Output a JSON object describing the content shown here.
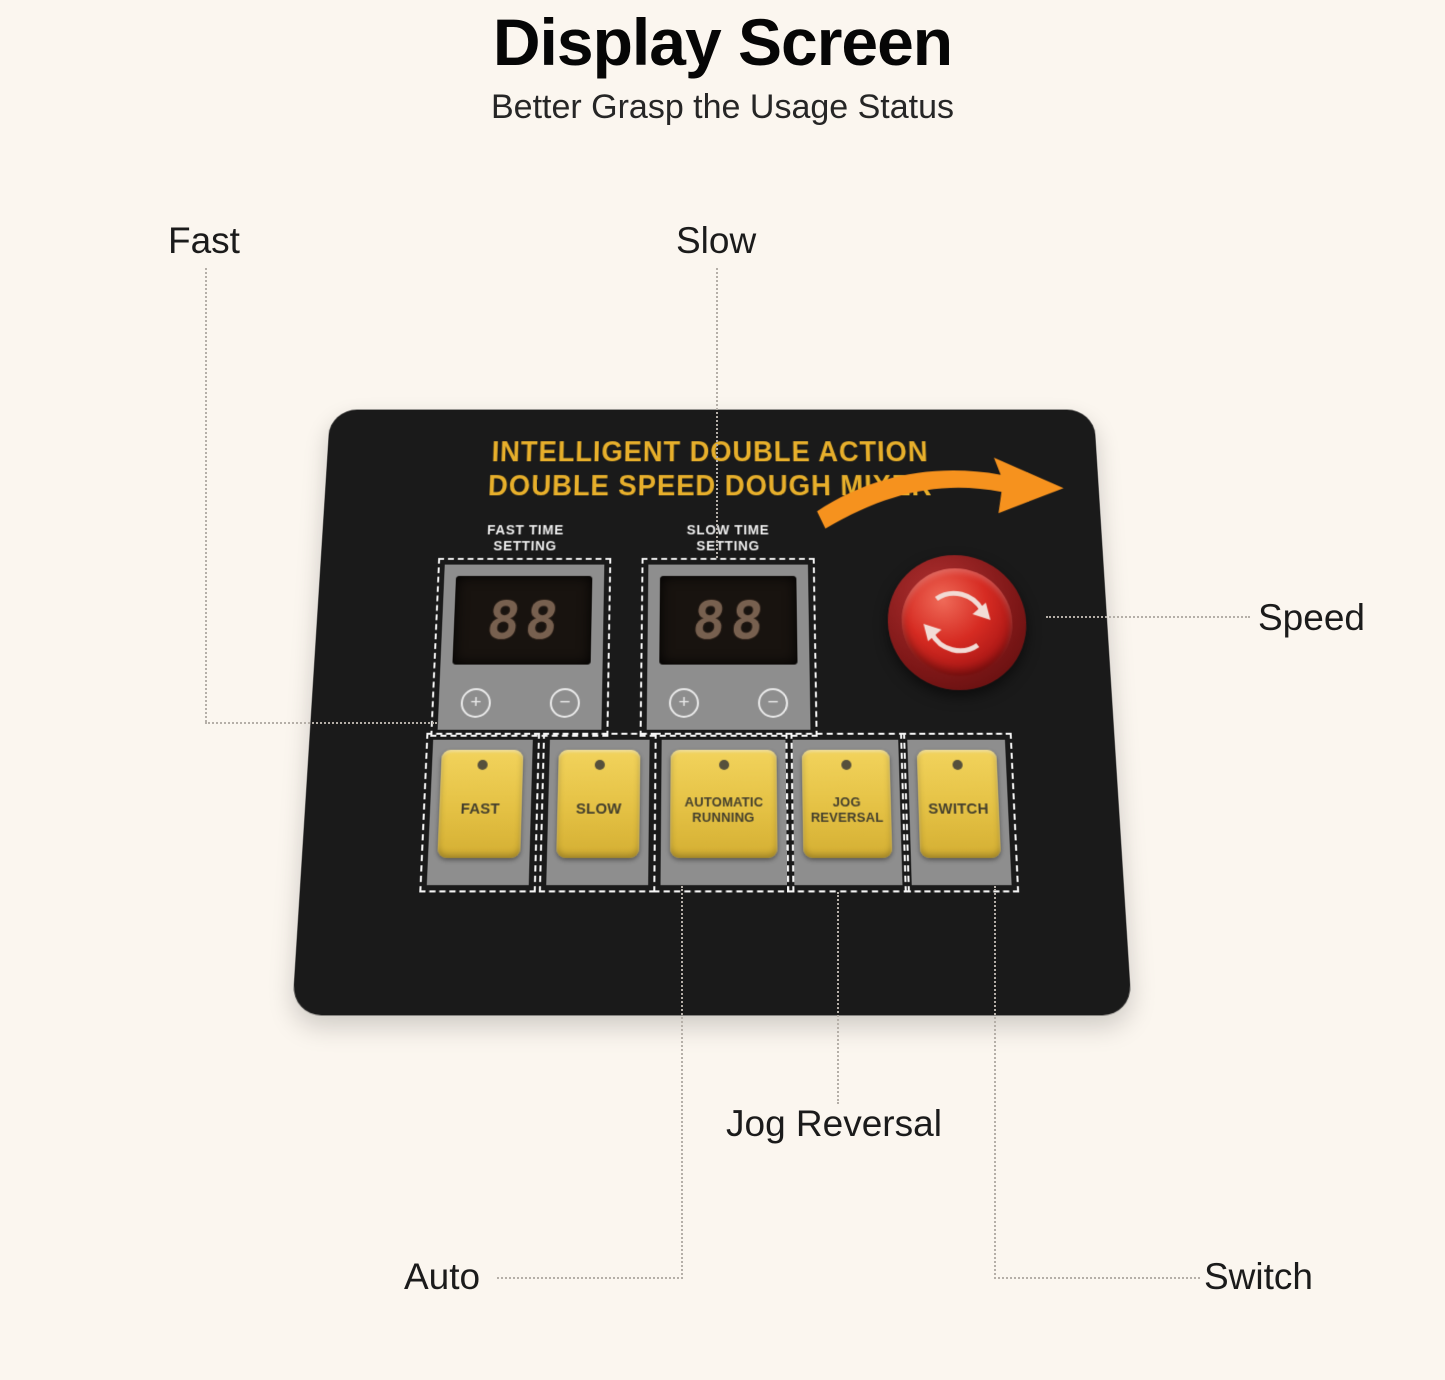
{
  "page": {
    "title": "Display Screen",
    "subtitle": "Better Grasp the Usage Status"
  },
  "callouts": {
    "fast": "Fast",
    "slow": "Slow",
    "speed": "Speed",
    "jog_reversal": "Jog Reversal",
    "auto": "Auto",
    "switch": "Switch"
  },
  "panel": {
    "heading_line1": "INTELLIGENT DOUBLE ACTION",
    "heading_line2": "DOUBLE SPEED DOUGH MIXER",
    "fast_timer": {
      "label_line1": "FAST TIME",
      "label_line2": "SETTING",
      "value": "88",
      "plus": "+",
      "minus": "−"
    },
    "slow_timer": {
      "label_line1": "SLOW TIME",
      "label_line2": "SETTING",
      "value": "88",
      "plus": "+",
      "minus": "−"
    },
    "buttons": [
      {
        "id": "fast",
        "line1": "FAST",
        "line2": ""
      },
      {
        "id": "slow",
        "line1": "SLOW",
        "line2": ""
      },
      {
        "id": "auto",
        "line1": "AUTOMATIC",
        "line2": "RUNNING"
      },
      {
        "id": "jog",
        "line1": "JOG",
        "line2": "REVERSAL"
      },
      {
        "id": "switch",
        "line1": "SWITCH",
        "line2": ""
      }
    ]
  },
  "colors": {
    "background": "#FBF6EF",
    "panel_black": "#1A1A1A",
    "heading_yellow": "#E7AF2B",
    "button_yellow": "#E9C84C",
    "arrow_orange": "#F6921E",
    "estop_red": "#C62B22",
    "plate_gray": "#8E8E8E"
  }
}
